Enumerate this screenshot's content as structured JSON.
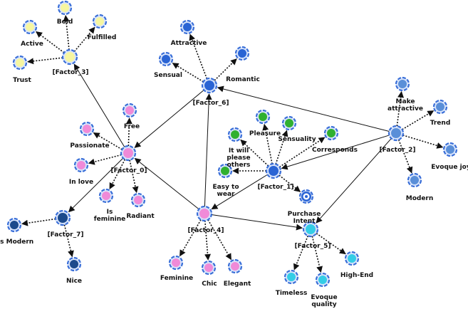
{
  "palette": {
    "ring": "#3a6fd8",
    "edge": "#111111",
    "fills": {
      "yellow": "#f6f6a0",
      "blue": "#2a64d4",
      "pink": "#f08ad8",
      "green": "#30b030",
      "cyan": "#34cde6",
      "darkblue": "#1c4a8c",
      "steel": "#5a8fd8",
      "factor_yellow": "#f6f6a0",
      "factor_blue": "#2a64d4",
      "factor_pink": "#f08ad8",
      "factor_lightblue": "#5a8fd8",
      "factor_darkblue": "#1c4a8c",
      "factor_cyan": "#34cde6"
    }
  },
  "nodes": {
    "bold": {
      "label": "Bold",
      "color": "yellow"
    },
    "fulfilled": {
      "label": "Fulfilled",
      "color": "yellow"
    },
    "active": {
      "label": "Active",
      "color": "yellow"
    },
    "trust": {
      "label": "Trust",
      "color": "yellow"
    },
    "factor_3": {
      "label": "[Factor_3]",
      "color": "factor_yellow",
      "factor": true
    },
    "attractive": {
      "label": "Attractive",
      "color": "blue"
    },
    "romantic": {
      "label": "Romantic",
      "color": "blue"
    },
    "sensual": {
      "label": "Sensual",
      "color": "blue"
    },
    "factor_6": {
      "label": "[Factor_6]",
      "color": "factor_blue",
      "factor": true
    },
    "free": {
      "label": "Free",
      "color": "pink"
    },
    "passionate": {
      "label": "Passionate",
      "color": "pink"
    },
    "in_love": {
      "label": "In love",
      "color": "pink"
    },
    "is_feminine": {
      "label": "Is feminine",
      "color": "pink"
    },
    "radiant": {
      "label": "Radiant",
      "color": "pink"
    },
    "factor_0": {
      "label": "[Factor_0]",
      "color": "factor_pink",
      "factor": true
    },
    "is_modern": {
      "label": "Is Modern",
      "color": "darkblue"
    },
    "nice": {
      "label": "Nice",
      "color": "darkblue"
    },
    "factor_7": {
      "label": "[Factor_7]",
      "color": "factor_darkblue",
      "factor": true
    },
    "feminine": {
      "label": "Feminine",
      "color": "pink"
    },
    "chic": {
      "label": "Chic",
      "color": "pink"
    },
    "elegant": {
      "label": "Elegant",
      "color": "pink"
    },
    "factor_4": {
      "label": "[Factor_4]",
      "color": "factor_pink",
      "factor": true
    },
    "pleasure": {
      "label": "Pleasure",
      "color": "green"
    },
    "sensuality": {
      "label": "Sensuality",
      "color": "green"
    },
    "it_will_please": {
      "label": "It will please others",
      "color": "green"
    },
    "corresponds": {
      "label": "Corresponds",
      "color": "green"
    },
    "easy_to_wear": {
      "label": "Easy to wear",
      "color": "green"
    },
    "purchase_intent": {
      "label": "Purchase Intent",
      "color": "blue",
      "target": true
    },
    "factor_1": {
      "label": "[Factor_1]",
      "color": "factor_blue",
      "factor": true
    },
    "make_attractive": {
      "label": "Make attractive",
      "color": "steel"
    },
    "trend": {
      "label": "Trend",
      "color": "steel"
    },
    "evoque_joy": {
      "label": "Evoque joy",
      "color": "steel"
    },
    "modern": {
      "label": "Modern",
      "color": "steel"
    },
    "factor_2": {
      "label": "[Factor_2]",
      "color": "factor_lightblue",
      "factor": true
    },
    "timeless": {
      "label": "Timeless",
      "color": "cyan"
    },
    "evoque_quality": {
      "label": "Evoque quality",
      "color": "cyan"
    },
    "high_end": {
      "label": "High-End",
      "color": "cyan"
    },
    "factor_5": {
      "label": "[Factor_5]",
      "color": "factor_cyan",
      "factor": true
    }
  },
  "edges": [
    {
      "from": "factor_3",
      "to": "bold",
      "style": "dotted"
    },
    {
      "from": "factor_3",
      "to": "fulfilled",
      "style": "dotted"
    },
    {
      "from": "factor_3",
      "to": "active",
      "style": "dotted"
    },
    {
      "from": "factor_3",
      "to": "trust",
      "style": "dotted"
    },
    {
      "from": "factor_6",
      "to": "attractive",
      "style": "dotted"
    },
    {
      "from": "factor_6",
      "to": "romantic",
      "style": "dotted"
    },
    {
      "from": "factor_6",
      "to": "sensual",
      "style": "dotted"
    },
    {
      "from": "factor_0",
      "to": "free",
      "style": "dotted"
    },
    {
      "from": "factor_0",
      "to": "passionate",
      "style": "dotted"
    },
    {
      "from": "factor_0",
      "to": "in_love",
      "style": "dotted"
    },
    {
      "from": "factor_0",
      "to": "is_feminine",
      "style": "dotted"
    },
    {
      "from": "factor_0",
      "to": "radiant",
      "style": "dotted"
    },
    {
      "from": "factor_7",
      "to": "is_modern",
      "style": "dotted"
    },
    {
      "from": "factor_7",
      "to": "nice",
      "style": "dotted"
    },
    {
      "from": "factor_4",
      "to": "feminine",
      "style": "dotted"
    },
    {
      "from": "factor_4",
      "to": "chic",
      "style": "dotted"
    },
    {
      "from": "factor_4",
      "to": "elegant",
      "style": "dotted"
    },
    {
      "from": "factor_1",
      "to": "pleasure",
      "style": "dotted"
    },
    {
      "from": "factor_1",
      "to": "sensuality",
      "style": "dotted"
    },
    {
      "from": "factor_1",
      "to": "it_will_please",
      "style": "dotted"
    },
    {
      "from": "factor_1",
      "to": "corresponds",
      "style": "dotted"
    },
    {
      "from": "factor_1",
      "to": "easy_to_wear",
      "style": "dotted"
    },
    {
      "from": "factor_1",
      "to": "purchase_intent",
      "style": "dotted"
    },
    {
      "from": "factor_2",
      "to": "make_attractive",
      "style": "dotted"
    },
    {
      "from": "factor_2",
      "to": "trend",
      "style": "dotted"
    },
    {
      "from": "factor_2",
      "to": "evoque_joy",
      "style": "dotted"
    },
    {
      "from": "factor_2",
      "to": "modern",
      "style": "dotted"
    },
    {
      "from": "factor_5",
      "to": "timeless",
      "style": "dotted"
    },
    {
      "from": "factor_5",
      "to": "evoque_quality",
      "style": "dotted"
    },
    {
      "from": "factor_5",
      "to": "high_end",
      "style": "dotted"
    },
    {
      "from": "factor_0",
      "to": "factor_3",
      "style": "solid"
    },
    {
      "from": "factor_6",
      "to": "factor_0",
      "style": "solid"
    },
    {
      "from": "factor_0",
      "to": "factor_7",
      "style": "solid"
    },
    {
      "from": "factor_4",
      "to": "factor_0",
      "style": "solid"
    },
    {
      "from": "factor_4",
      "to": "factor_6",
      "style": "solid"
    },
    {
      "from": "factor_4",
      "to": "factor_5",
      "style": "solid"
    },
    {
      "from": "factor_1",
      "to": "factor_4",
      "style": "solid"
    },
    {
      "from": "factor_2",
      "to": "factor_6",
      "style": "solid"
    },
    {
      "from": "factor_2",
      "to": "factor_1",
      "style": "solid"
    },
    {
      "from": "factor_2",
      "to": "factor_5",
      "style": "solid"
    }
  ]
}
